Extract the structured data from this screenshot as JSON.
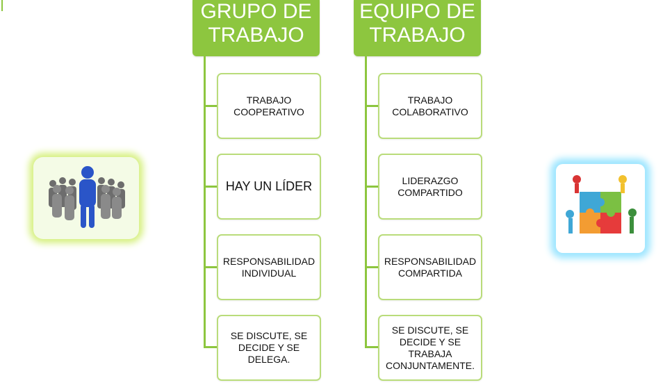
{
  "diagram": {
    "left_column": {
      "title_line1": "GRUPO DE",
      "title_line2": "TRABAJO",
      "items": [
        {
          "line1": "TRABAJO",
          "line2": "COOPERATIVO",
          "line3": "",
          "line4": ""
        },
        {
          "line1": "HAY UN LÍDER",
          "line2": "",
          "line3": "",
          "line4": ""
        },
        {
          "line1": "RESPONSABILIDAD",
          "line2": "INDIVIDUAL",
          "line3": "",
          "line4": ""
        },
        {
          "line1": "SE DISCUTE, SE",
          "line2": "DECIDE Y SE",
          "line3": "DELEGA.",
          "line4": ""
        }
      ]
    },
    "right_column": {
      "title_line1": "EQUIPO DE",
      "title_line2": "TRABAJO",
      "items": [
        {
          "line1": "TRABAJO",
          "line2": "COLABORATIVO",
          "line3": "",
          "line4": ""
        },
        {
          "line1": "LIDERAZGO",
          "line2": "COMPARTIDO",
          "line3": "",
          "line4": ""
        },
        {
          "line1": "RESPONSABILIDAD",
          "line2": "COMPARTIDA",
          "line3": "",
          "line4": ""
        },
        {
          "line1": "SE DISCUTE, SE",
          "line2": "DECIDE Y SE",
          "line3": "TRABAJA",
          "line4": "CONJUNTAMENTE."
        }
      ]
    },
    "colors": {
      "header_green": "#8dc63f",
      "node_border": "#b9dc7a",
      "left_glow": "#d6f07f",
      "right_glow": "#9ee6ff"
    },
    "images": {
      "left": "crowd-with-leader-icon",
      "right": "puzzle-teamwork-icon"
    }
  }
}
